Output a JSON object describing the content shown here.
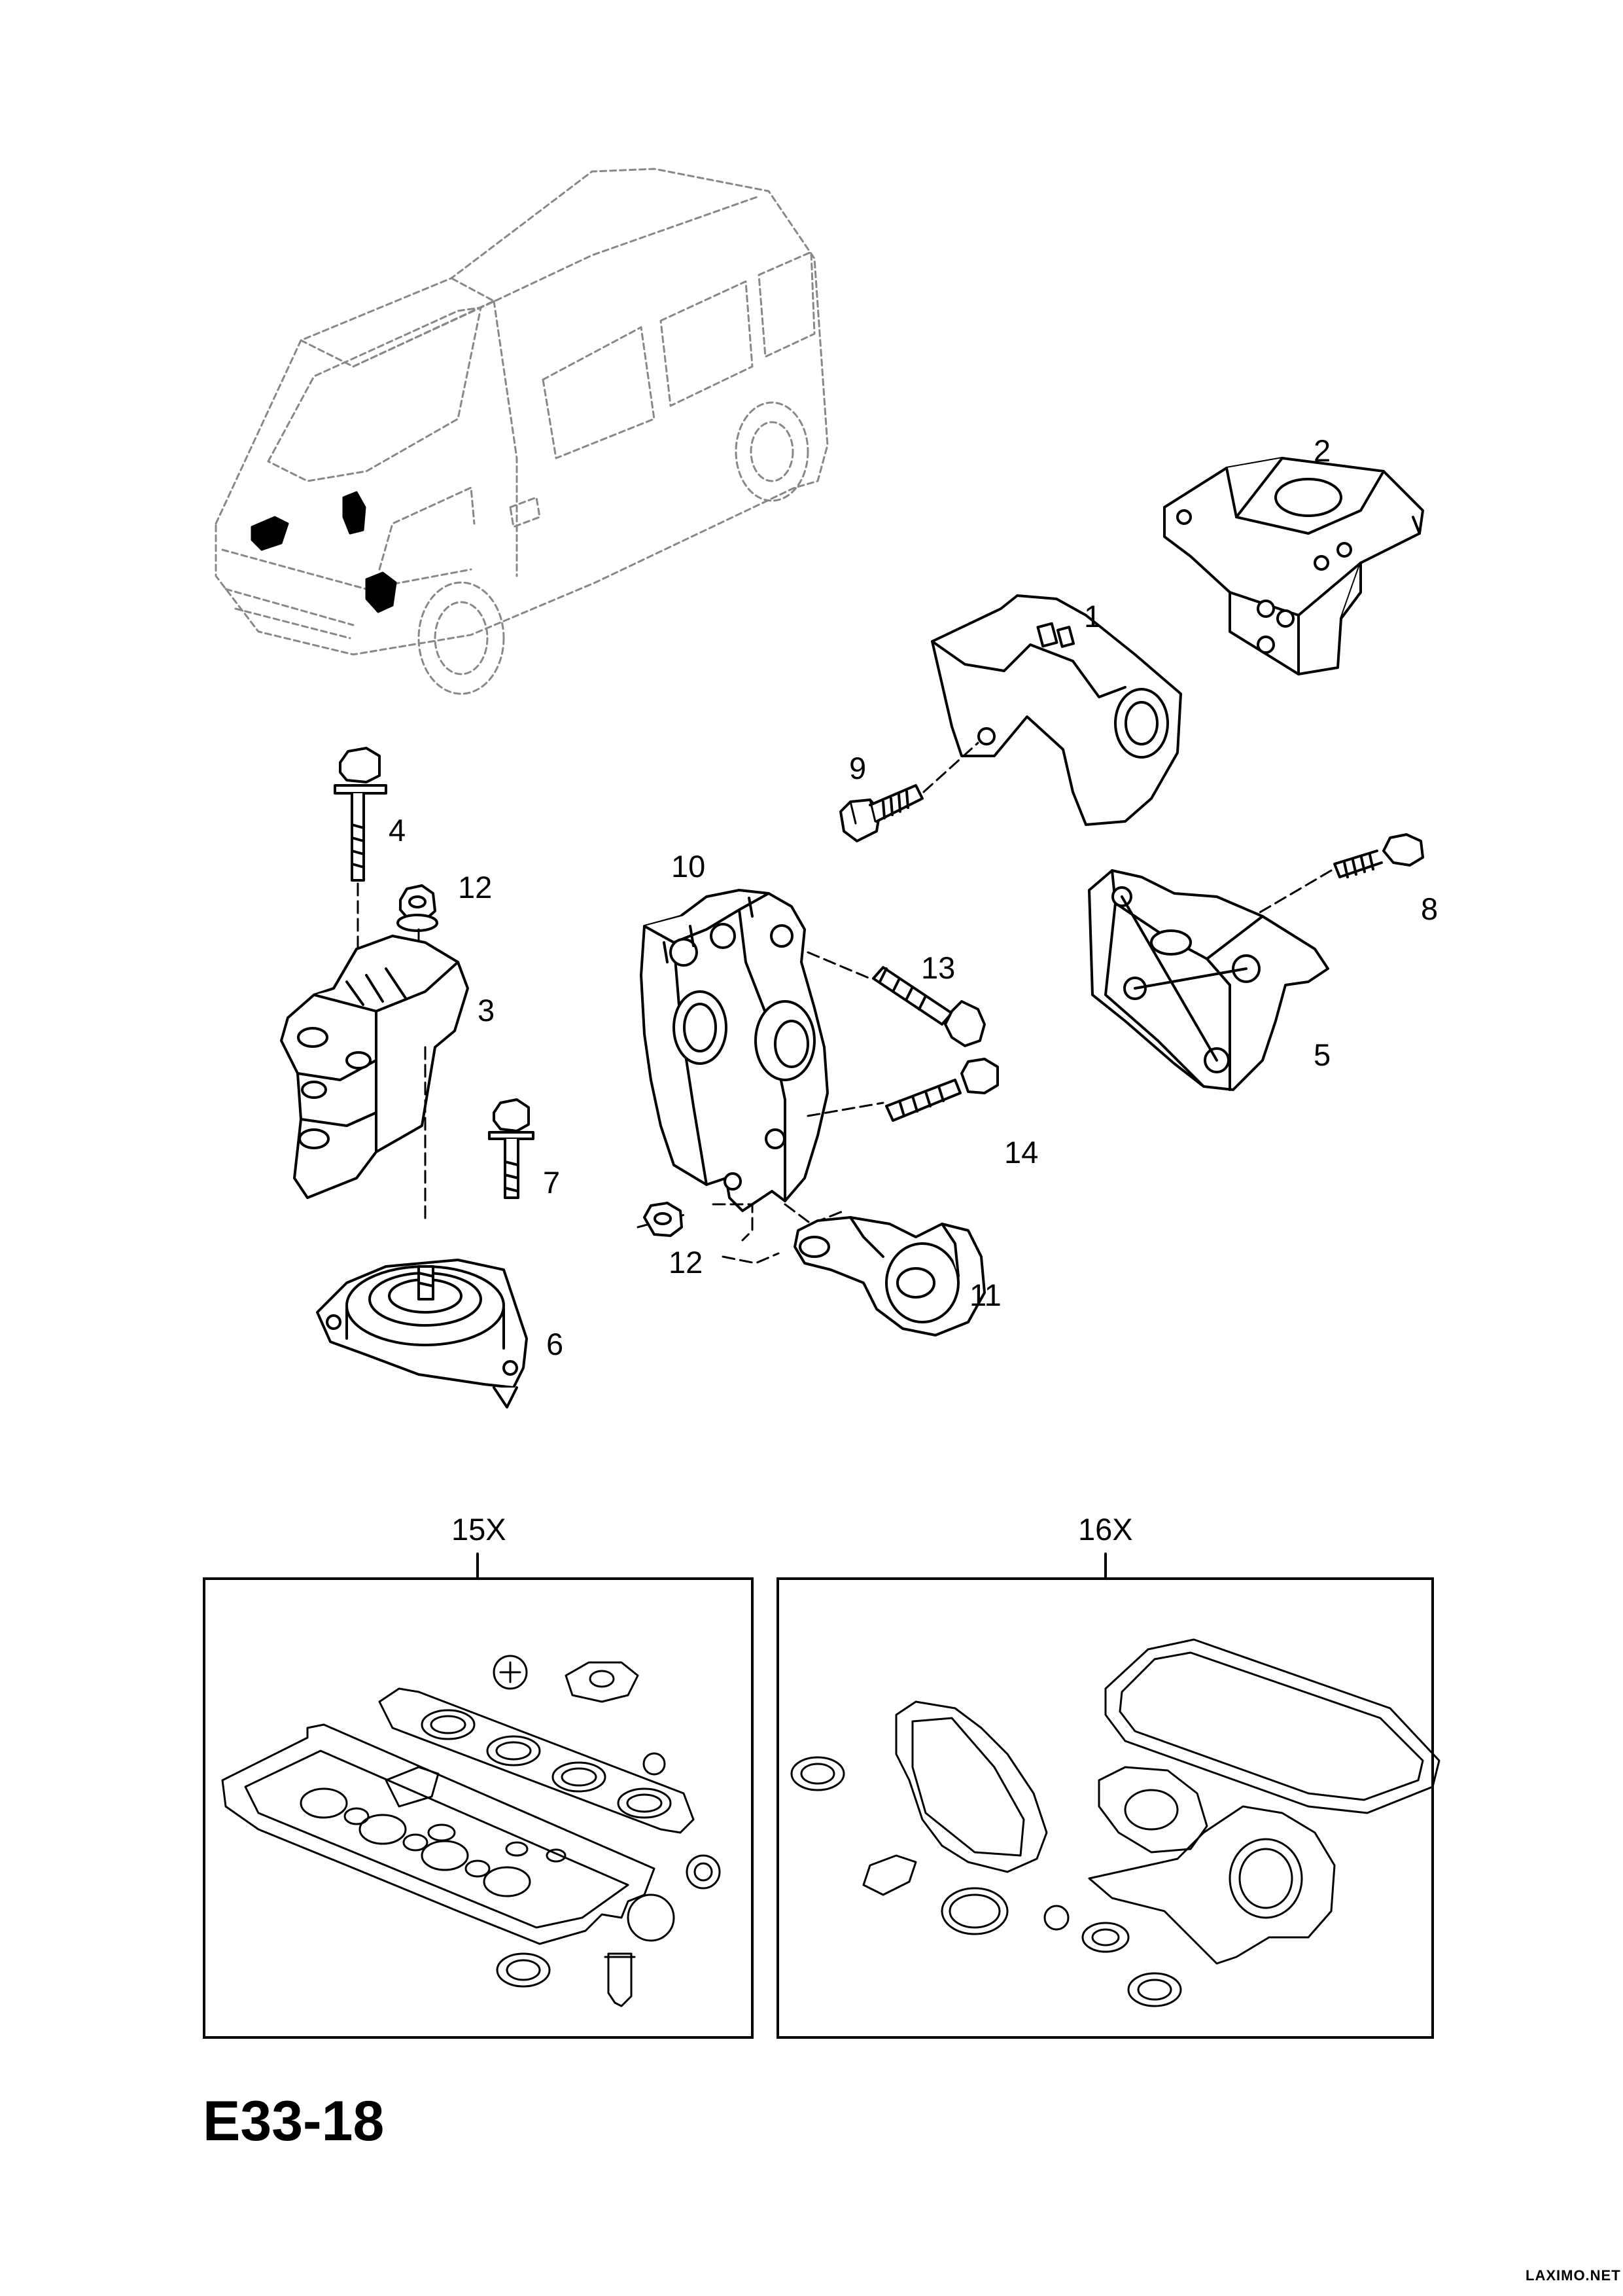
{
  "diagram": {
    "id": "E33-18",
    "watermark": "LAXIMO.NET",
    "callouts": {
      "c1": "1",
      "c2": "2",
      "c3": "3",
      "c4": "4",
      "c5": "5",
      "c6": "6",
      "c7": "7",
      "c8": "8",
      "c9": "9",
      "c10": "10",
      "c11": "11",
      "c12a": "12",
      "c12b": "12",
      "c13": "13",
      "c14": "14"
    },
    "kits": {
      "gasket_set_a": "15X",
      "gasket_set_b": "16X"
    }
  }
}
